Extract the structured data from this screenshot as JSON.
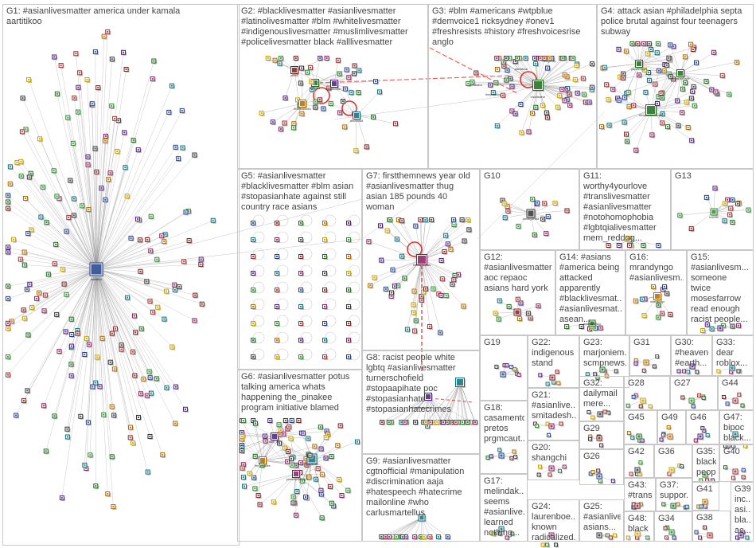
{
  "groups": [
    {
      "id": "G1",
      "label": "G1: #asianlivesmatter america under kamala\naartitikoo"
    },
    {
      "id": "G2",
      "label": "G2: #blacklivesmatter #asianlivesmatter\n#latinolivesmatter #blm #whitelivesmatter\n#indigenouslivesmatter #muslimlivesmatter\n#policelivesmatter black #alllivesmatter"
    },
    {
      "id": "G3",
      "label": "G3: #blm #americans #wtpblue\n#demvoice1 ricksydney #onev1\n#freshresists #history #freshvoicesrise\nanglo"
    },
    {
      "id": "G4",
      "label": "G4: attack asian #philadelphia septa\npolice brutal against four teenagers\nsubway"
    },
    {
      "id": "G5",
      "label": "G5: #asianlivesmatter\n#blacklivesmatter #blm asian\n#stopasianhate against still\ncountry race asians"
    },
    {
      "id": "G6",
      "label": "G6: #asianlivesmatter potus\ntalking america whats\nhappening the_pinakee\nprogram initiative blamed"
    },
    {
      "id": "G7",
      "label": "G7: firstthemnews year old\n#asianlivesmatter thug\nasian 185 pounds 40\nwoman"
    },
    {
      "id": "G8",
      "label": "G8: racist people white\nlgbtq #asianlivesmatter\nturnerschofield\n#stopaapihate poc\n#stopasianhate\n#stopasianhatecrimes"
    },
    {
      "id": "G9",
      "label": "G9: #asianlivesmatter\ncgtnofficial #manipulation\n#discrimination aaja\n#hatespeech #hatecrime\nmailonline #who\ncarlusmartellus"
    },
    {
      "id": "G10",
      "label": "G10"
    },
    {
      "id": "G11",
      "label": "G11:\nworthy4yourlove\n#translivesmatter\n#asianlivesmatter\n#notohomophobia\n#lgbtqialivesmatter\nmem_reddog..."
    },
    {
      "id": "G13",
      "label": "G13"
    },
    {
      "id": "G12",
      "label": "G12: #asianlivesmatter\naoc repaoc\nasians hard york"
    },
    {
      "id": "G14",
      "label": "G14: #asians\n#america being\nattacked\napparently\n#blacklivesmat...\n#asianlivesmat...\nasean..."
    },
    {
      "id": "G16",
      "label": "G16:\nmrandyngo\n#asianlivesm..."
    },
    {
      "id": "G15",
      "label": "G15:\n#asianlivesm...\nsomeone\ntwice\nmosesfarrow\nread enough\nracist people..."
    },
    {
      "id": "G19",
      "label": "G19"
    },
    {
      "id": "G22",
      "label": "G22:\nindigenous\nstand"
    },
    {
      "id": "G23",
      "label": "G23:\nmarjoniem...\nscmpnews..."
    },
    {
      "id": "G31",
      "label": "G31"
    },
    {
      "id": "G30",
      "label": "G30:\n#heaven\n#earth..."
    },
    {
      "id": "G33",
      "label": "G33:\ndear\nroblox..."
    },
    {
      "id": "G21",
      "label": "G21:\n#asianlive...\nsmitadesh..."
    },
    {
      "id": "G32",
      "label": "G32:\ndailymail\nmere..."
    },
    {
      "id": "G28",
      "label": "G28"
    },
    {
      "id": "G27",
      "label": "G27"
    },
    {
      "id": "G44",
      "label": "G44"
    },
    {
      "id": "G18",
      "label": "G18:\ncasamento\npretos\nprgmcaut..."
    },
    {
      "id": "G29",
      "label": "G29"
    },
    {
      "id": "G45",
      "label": "G45"
    },
    {
      "id": "G49",
      "label": "G49"
    },
    {
      "id": "G46",
      "label": "G46"
    },
    {
      "id": "G47",
      "label": "G47:\nbipoc\nblack..."
    },
    {
      "id": "G20",
      "label": "G20:\nshangchi"
    },
    {
      "id": "G42",
      "label": "G42"
    },
    {
      "id": "G36",
      "label": "G36"
    },
    {
      "id": "G35",
      "label": "G35:\nblack\npeopl..."
    },
    {
      "id": "G40",
      "label": "G40"
    },
    {
      "id": "G26",
      "label": "G26"
    },
    {
      "id": "G43",
      "label": "G43:\n#trans..."
    },
    {
      "id": "G37",
      "label": "G37:\nsuppor..."
    },
    {
      "id": "G41",
      "label": "G41"
    },
    {
      "id": "G39",
      "label": "G39:\ninc...\nasi...\nbla...\nac..."
    },
    {
      "id": "G17",
      "label": "G17:\nmelindak...\nseems\n#asianlive...\nlearned\nnothing..."
    },
    {
      "id": "G24",
      "label": "G24:\nlaurenboe...\nknown\nradicalized..."
    },
    {
      "id": "G25",
      "label": "G25:\n#asianlive...\nasians..."
    },
    {
      "id": "G48",
      "label": "G48:\nblack"
    },
    {
      "id": "G34",
      "label": "G34"
    },
    {
      "id": "G38",
      "label": "G38"
    }
  ],
  "hub_labels": {
    "G1": [
      "aartitikoo"
    ],
    "G2": [
      "jeffl83",
      "vinnehd",
      "fesdeshmukh",
      "indiastooper_",
      "deshbrazil"
    ],
    "G3": [
      "brandtsteve",
      "theyrebeling",
      "plantsbear",
      "nudissaco",
      "ricksydney"
    ],
    "G4": [
      "thelawofdamarquis",
      "paperclipper",
      "thebanzaistyle"
    ],
    "G6": [
      "the_pinakee",
      "aarti_mp",
      "pmoindia",
      "johnelocutdoug"
    ],
    "G7": [
      "firstthemnews"
    ],
    "G8": [
      "turnerschofield"
    ],
    "G10": [
      "anniegothaia"
    ],
    "G13": [
      "tnsmile"
    ],
    "G14": [
      "theasianthing"
    ],
    "G16": [
      "mrandyngo"
    ]
  },
  "colors": {
    "border": "#c8c8c8",
    "edge": "#9a9a9a",
    "edge_highlight": "#e0302a",
    "text": "#444444",
    "node_palette": [
      "#1f3f8a",
      "#7a1f1f",
      "#1b6b1b",
      "#b06a00",
      "#4b1d7a",
      "#0a6f7a",
      "#8a1f5a",
      "#333333",
      "#c8a000",
      "#2d8a2d",
      "#a03030"
    ]
  }
}
